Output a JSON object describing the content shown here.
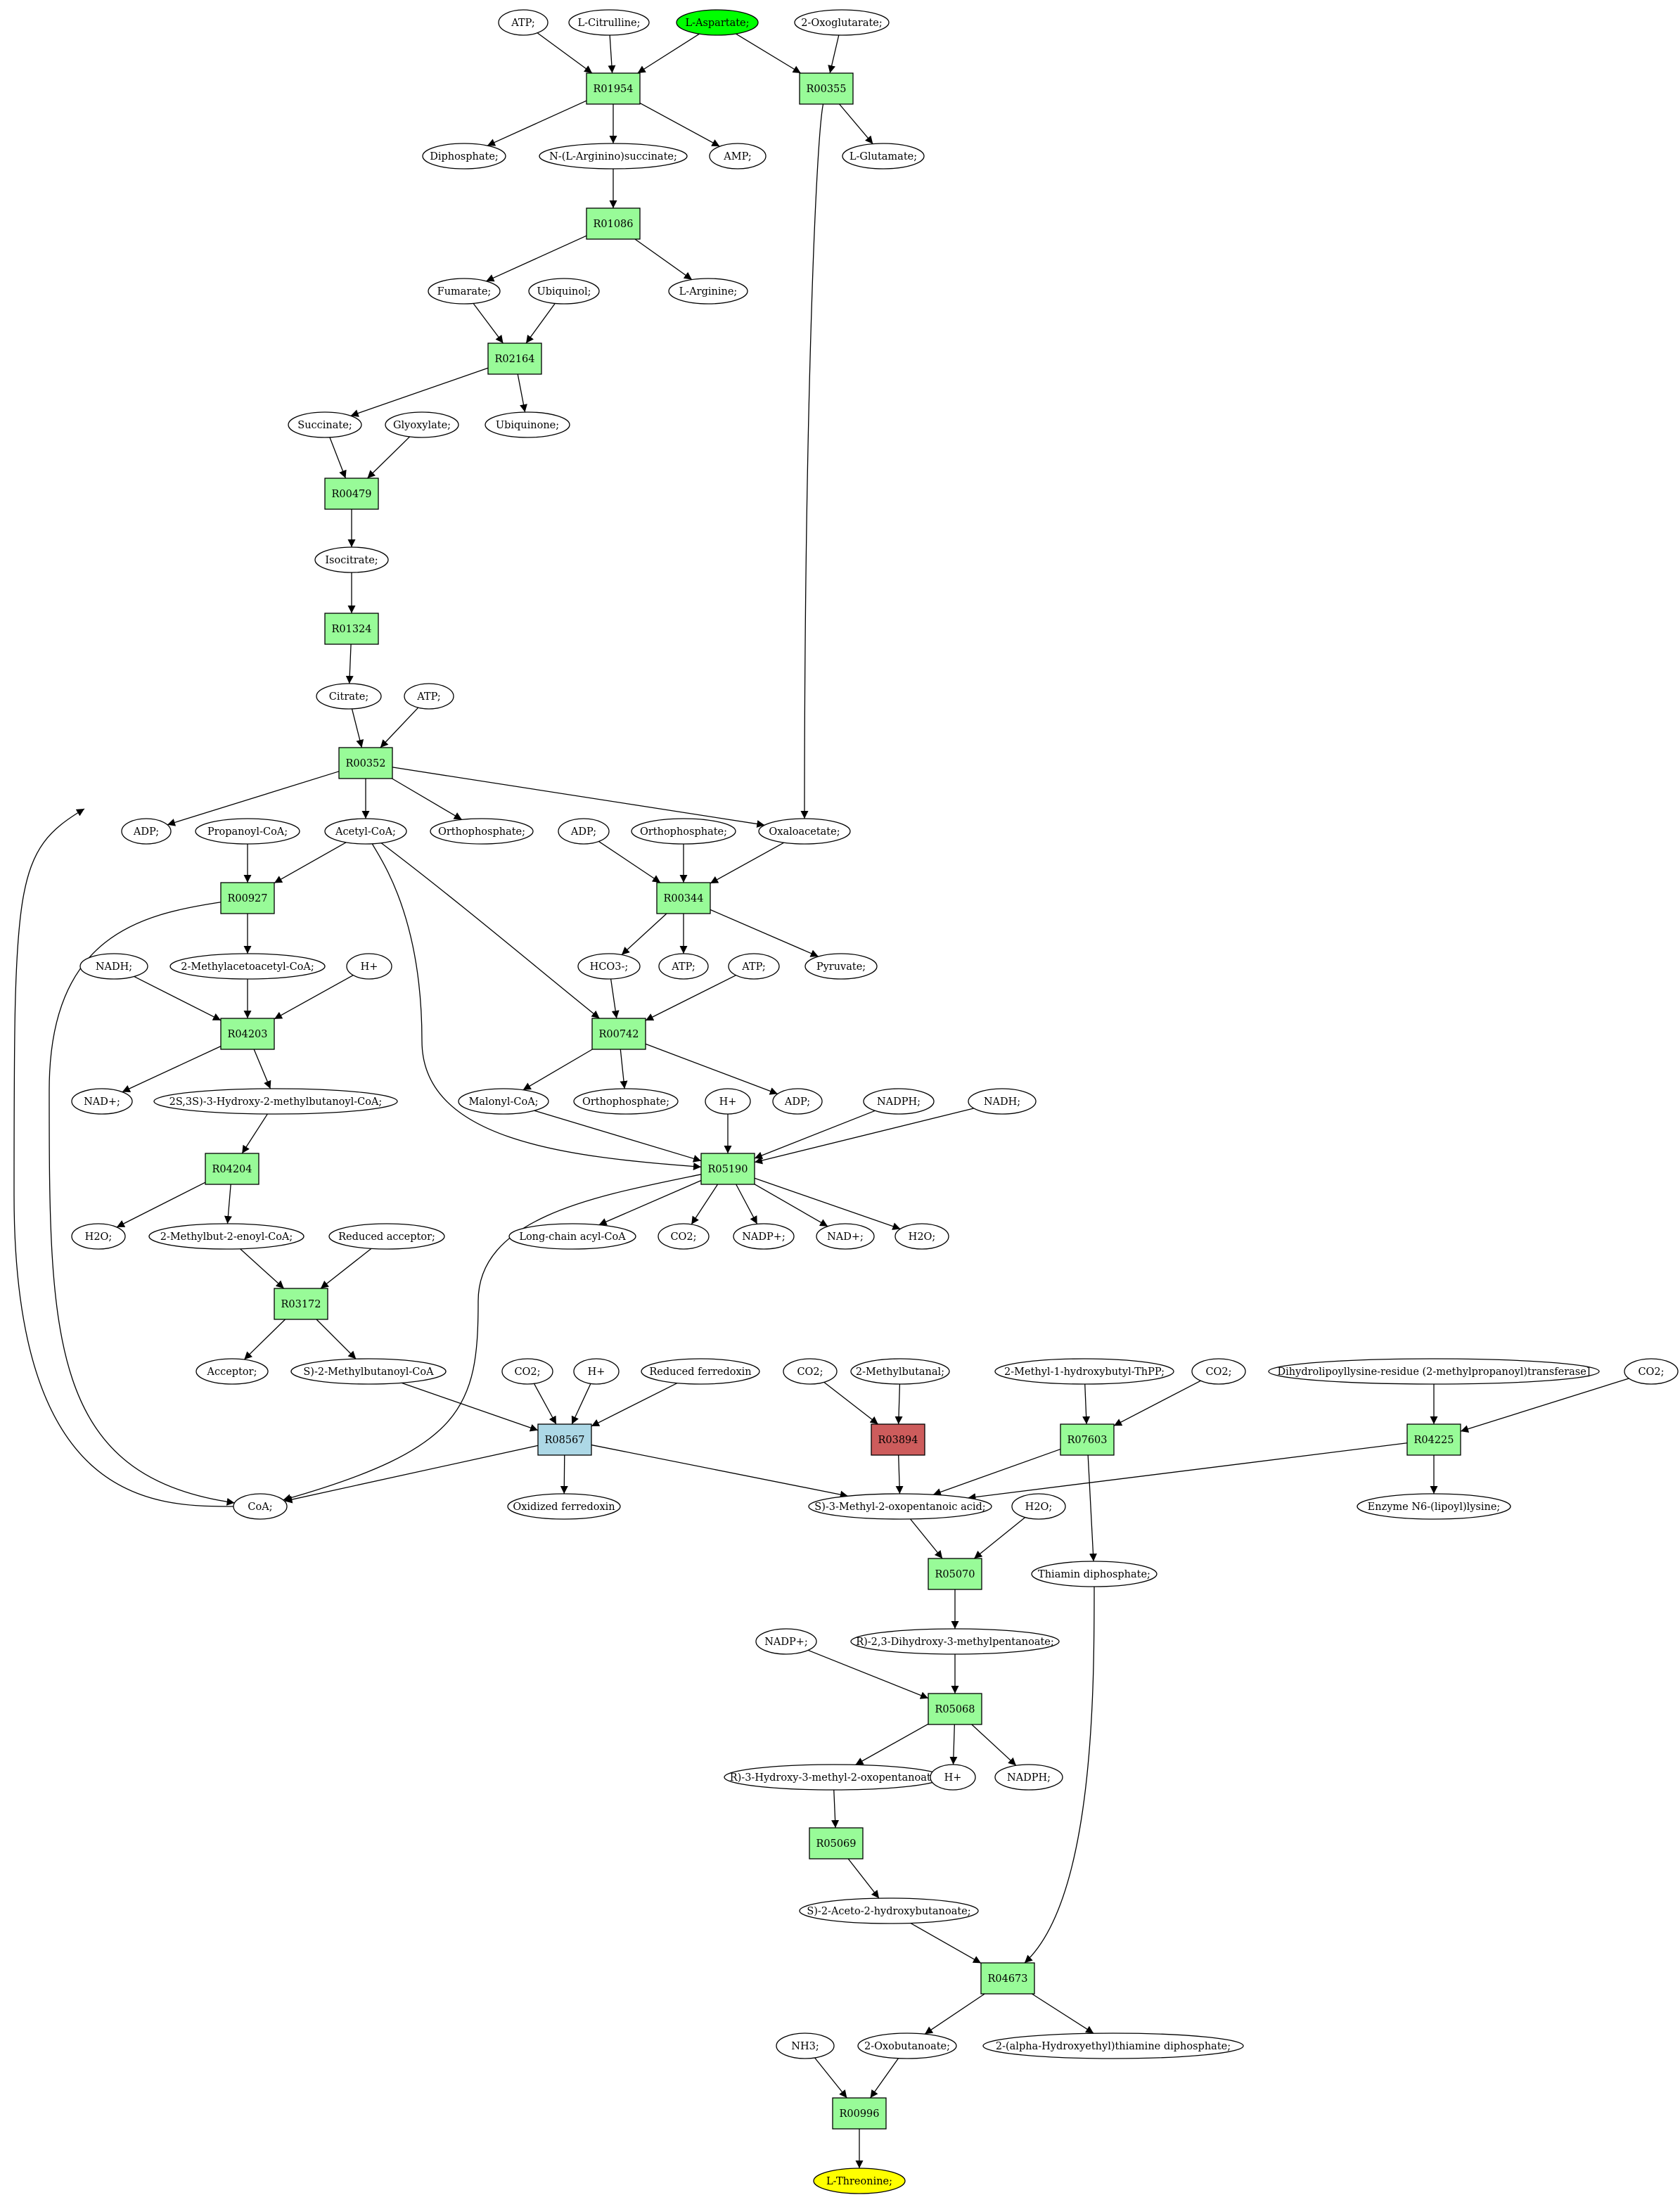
{
  "colors": {
    "reaction_default": "#98fb98",
    "reaction_blue": "#add8e6",
    "reaction_red": "#cd5c5c",
    "start_metabolite": "#00ff00",
    "target_metabolite": "#ffff00",
    "metabolite_default": "#ffffff"
  },
  "nodes": [
    {
      "id": "m_atp1",
      "type": "metabolite",
      "label": "ATP;"
    },
    {
      "id": "m_lcit",
      "type": "metabolite",
      "label": "L-Citrulline;"
    },
    {
      "id": "m_lasp",
      "type": "metabolite",
      "label": "L-Aspartate;",
      "color": "start_metabolite"
    },
    {
      "id": "m_2oxo",
      "type": "metabolite",
      "label": "2-Oxoglutarate;"
    },
    {
      "id": "r_R01954",
      "type": "reaction",
      "label": "R01954"
    },
    {
      "id": "r_R00355",
      "type": "reaction",
      "label": "R00355"
    },
    {
      "id": "m_diphos",
      "type": "metabolite",
      "label": "Diphosphate;"
    },
    {
      "id": "m_nargs",
      "type": "metabolite",
      "label": "N-(L-Arginino)succinate;"
    },
    {
      "id": "m_amp",
      "type": "metabolite",
      "label": "AMP;"
    },
    {
      "id": "m_lglu",
      "type": "metabolite",
      "label": "L-Glutamate;"
    },
    {
      "id": "r_R01086",
      "type": "reaction",
      "label": "R01086"
    },
    {
      "id": "m_fum",
      "type": "metabolite",
      "label": "Fumarate;"
    },
    {
      "id": "m_ubqol",
      "type": "metabolite",
      "label": "Ubiquinol;"
    },
    {
      "id": "m_larg",
      "type": "metabolite",
      "label": "L-Arginine;"
    },
    {
      "id": "r_R02164",
      "type": "reaction",
      "label": "R02164"
    },
    {
      "id": "m_succ",
      "type": "metabolite",
      "label": "Succinate;"
    },
    {
      "id": "m_glyox",
      "type": "metabolite",
      "label": "Glyoxylate;"
    },
    {
      "id": "m_ubq",
      "type": "metabolite",
      "label": "Ubiquinone;"
    },
    {
      "id": "r_R00479",
      "type": "reaction",
      "label": "R00479"
    },
    {
      "id": "m_isocit",
      "type": "metabolite",
      "label": "Isocitrate;"
    },
    {
      "id": "r_R01324",
      "type": "reaction",
      "label": "R01324"
    },
    {
      "id": "m_cit",
      "type": "metabolite",
      "label": "Citrate;"
    },
    {
      "id": "m_atp2",
      "type": "metabolite",
      "label": "ATP;"
    },
    {
      "id": "r_R00352",
      "type": "reaction",
      "label": "R00352"
    },
    {
      "id": "m_adp1",
      "type": "metabolite",
      "label": "ADP;"
    },
    {
      "id": "m_propcoa",
      "type": "metabolite",
      "label": "Propanoyl-CoA;"
    },
    {
      "id": "m_accoa",
      "type": "metabolite",
      "label": "Acetyl-CoA;"
    },
    {
      "id": "m_pi1",
      "type": "metabolite",
      "label": "Orthophosphate;"
    },
    {
      "id": "m_adp2",
      "type": "metabolite",
      "label": "ADP;"
    },
    {
      "id": "m_pi2",
      "type": "metabolite",
      "label": "Orthophosphate;"
    },
    {
      "id": "m_oaa",
      "type": "metabolite",
      "label": "Oxaloacetate;"
    },
    {
      "id": "r_R00927",
      "type": "reaction",
      "label": "R00927"
    },
    {
      "id": "r_R00344",
      "type": "reaction",
      "label": "R00344"
    },
    {
      "id": "m_nadh1",
      "type": "metabolite",
      "label": "NADH;"
    },
    {
      "id": "m_2maccoa",
      "type": "metabolite",
      "label": "2-Methylacetoacetyl-CoA;"
    },
    {
      "id": "m_h1",
      "type": "metabolite",
      "label": "H+"
    },
    {
      "id": "m_hco3",
      "type": "metabolite",
      "label": "HCO3-;"
    },
    {
      "id": "m_atp3",
      "type": "metabolite",
      "label": "ATP;"
    },
    {
      "id": "m_atp4",
      "type": "metabolite",
      "label": "ATP;"
    },
    {
      "id": "m_pyr",
      "type": "metabolite",
      "label": "Pyruvate;"
    },
    {
      "id": "r_R04203",
      "type": "reaction",
      "label": "R04203"
    },
    {
      "id": "r_R00742",
      "type": "reaction",
      "label": "R00742"
    },
    {
      "id": "m_nad1",
      "type": "metabolite",
      "label": "NAD+;"
    },
    {
      "id": "m_2s3s",
      "type": "metabolite",
      "label": "2S,3S)-3-Hydroxy-2-methylbutanoyl-CoA;"
    },
    {
      "id": "m_malcoa",
      "type": "metabolite",
      "label": "Malonyl-CoA;"
    },
    {
      "id": "m_pi3",
      "type": "metabolite",
      "label": "Orthophosphate;"
    },
    {
      "id": "m_adp3",
      "type": "metabolite",
      "label": "ADP;"
    },
    {
      "id": "m_h2",
      "type": "metabolite",
      "label": "H+"
    },
    {
      "id": "m_nadph1",
      "type": "metabolite",
      "label": "NADPH;"
    },
    {
      "id": "m_nadh2",
      "type": "metabolite",
      "label": "NADH;"
    },
    {
      "id": "r_R04204",
      "type": "reaction",
      "label": "R04204"
    },
    {
      "id": "r_R05190",
      "type": "reaction",
      "label": "R05190"
    },
    {
      "id": "m_h2o1",
      "type": "metabolite",
      "label": "H2O;"
    },
    {
      "id": "m_2mbe",
      "type": "metabolite",
      "label": "2-Methylbut-2-enoyl-CoA;"
    },
    {
      "id": "m_redacc",
      "type": "metabolite",
      "label": "Reduced acceptor;"
    },
    {
      "id": "m_lcacoa",
      "type": "metabolite",
      "label": "Long-chain acyl-CoA"
    },
    {
      "id": "m_co2a",
      "type": "metabolite",
      "label": "CO2;"
    },
    {
      "id": "m_nadp1",
      "type": "metabolite",
      "label": "NADP+;"
    },
    {
      "id": "m_nad2",
      "type": "metabolite",
      "label": "NAD+;"
    },
    {
      "id": "m_h2o2",
      "type": "metabolite",
      "label": "H2O;"
    },
    {
      "id": "r_R03172",
      "type": "reaction",
      "label": "R03172"
    },
    {
      "id": "m_acc",
      "type": "metabolite",
      "label": "Acceptor;"
    },
    {
      "id": "m_s2mbcoa",
      "type": "metabolite",
      "label": "S)-2-Methylbutanoyl-CoA"
    },
    {
      "id": "m_co2b",
      "type": "metabolite",
      "label": "CO2;"
    },
    {
      "id": "m_h3",
      "type": "metabolite",
      "label": "H+"
    },
    {
      "id": "m_redfd",
      "type": "metabolite",
      "label": "Reduced ferredoxin"
    },
    {
      "id": "m_co2c",
      "type": "metabolite",
      "label": "CO2;"
    },
    {
      "id": "m_2mbal",
      "type": "metabolite",
      "label": "2-Methylbutanal;"
    },
    {
      "id": "m_2m1hb",
      "type": "metabolite",
      "label": "2-Methyl-1-hydroxybutyl-ThPP;"
    },
    {
      "id": "m_co2d",
      "type": "metabolite",
      "label": "CO2;"
    },
    {
      "id": "m_dihydro",
      "type": "metabolite",
      "label": "Dihydrolipoyllysine-residue (2-methylpropanoyl)transferase]"
    },
    {
      "id": "m_co2e",
      "type": "metabolite",
      "label": "CO2;"
    },
    {
      "id": "r_R08567",
      "type": "reaction",
      "label": "R08567",
      "color": "reaction_blue"
    },
    {
      "id": "r_R03894",
      "type": "reaction",
      "label": "R03894",
      "color": "reaction_red"
    },
    {
      "id": "r_R07603",
      "type": "reaction",
      "label": "R07603"
    },
    {
      "id": "r_R04225",
      "type": "reaction",
      "label": "R04225"
    },
    {
      "id": "m_coa",
      "type": "metabolite",
      "label": "CoA;"
    },
    {
      "id": "m_oxfd",
      "type": "metabolite",
      "label": "Oxidized ferredoxin"
    },
    {
      "id": "m_s3m2o",
      "type": "metabolite",
      "label": "S)-3-Methyl-2-oxopentanoic acid;"
    },
    {
      "id": "m_h2o3",
      "type": "metabolite",
      "label": "H2O;"
    },
    {
      "id": "m_enzn6",
      "type": "metabolite",
      "label": "Enzyme N6-(lipoyl)lysine;"
    },
    {
      "id": "r_R05070",
      "type": "reaction",
      "label": "R05070"
    },
    {
      "id": "m_thdp",
      "type": "metabolite",
      "label": "Thiamin diphosphate;"
    },
    {
      "id": "m_nadp2",
      "type": "metabolite",
      "label": "NADP+;"
    },
    {
      "id": "m_r23dh",
      "type": "metabolite",
      "label": "R)-2,3-Dihydroxy-3-methylpentanoate;"
    },
    {
      "id": "r_R05068",
      "type": "reaction",
      "label": "R05068"
    },
    {
      "id": "m_r3h3m",
      "type": "metabolite",
      "label": "R)-3-Hydroxy-3-methyl-2-oxopentanoate"
    },
    {
      "id": "m_h4",
      "type": "metabolite",
      "label": "H+"
    },
    {
      "id": "m_nadph2",
      "type": "metabolite",
      "label": "NADPH;"
    },
    {
      "id": "r_R05069",
      "type": "reaction",
      "label": "R05069"
    },
    {
      "id": "m_s2a2hb",
      "type": "metabolite",
      "label": "S)-2-Aceto-2-hydroxybutanoate;"
    },
    {
      "id": "r_R04673",
      "type": "reaction",
      "label": "R04673"
    },
    {
      "id": "m_nh3",
      "type": "metabolite",
      "label": "NH3;"
    },
    {
      "id": "m_2oxob",
      "type": "metabolite",
      "label": "2-Oxobutanoate;"
    },
    {
      "id": "m_2ahe",
      "type": "metabolite",
      "label": "2-(alpha-Hydroxyethyl)thiamine diphosphate;"
    },
    {
      "id": "r_R00996",
      "type": "reaction",
      "label": "R00996"
    },
    {
      "id": "m_lthr",
      "type": "metabolite",
      "label": "L-Threonine;",
      "color": "target_metabolite"
    }
  ]
}
